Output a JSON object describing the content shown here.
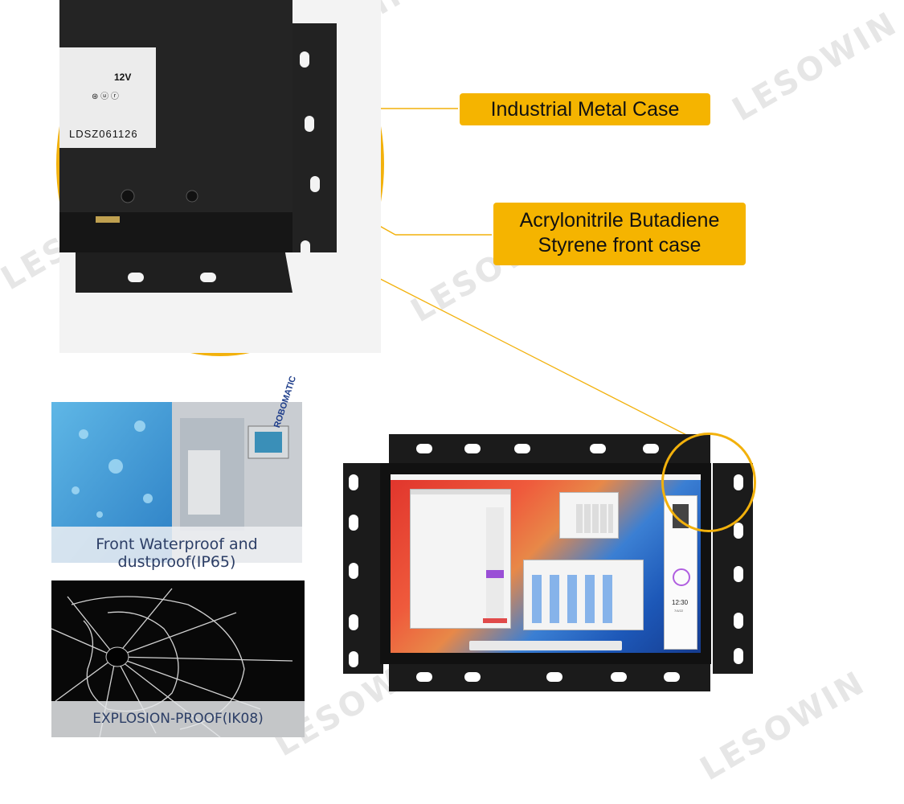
{
  "callouts": {
    "metal_case": "Industrial Metal Case",
    "front_case_line1": "Acrylonitrile Butadiene",
    "front_case_line2": "Styrene front case"
  },
  "zoom_label": {
    "voltage": "12V",
    "serial": "LDSZ061126"
  },
  "panels": {
    "waterproof_caption": "Front Waterproof and dustproof(IP65)",
    "explosion_caption": "EXPLOSION-PROOF(IK08)",
    "machine_brand": "ROBOMATIC"
  },
  "screen": {
    "clock": "12:30",
    "date": "7/4/22"
  },
  "watermark": "LESOWIN",
  "colors": {
    "accent": "#f5b400",
    "callout_line": "#f2b10c",
    "metal": "#1b1b1b",
    "caption_text": "#2c3e66"
  }
}
